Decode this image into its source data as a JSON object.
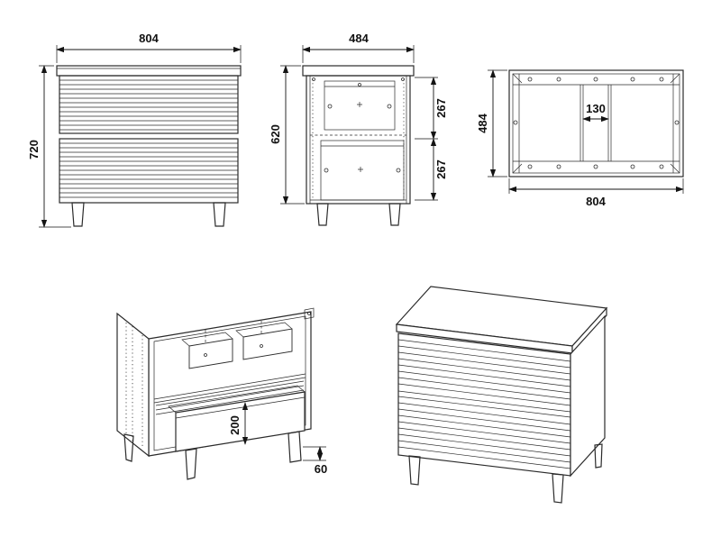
{
  "sheet": {
    "background": "#ffffff",
    "line_color": "#2b2b2b",
    "dimension_color": "#111111"
  },
  "dimensions": {
    "front": {
      "width": "804",
      "height": "720"
    },
    "side": {
      "width": "484",
      "height": "620",
      "upper_drawer": "267",
      "lower_drawer": "267"
    },
    "back": {
      "height": "484",
      "center_gap": "130",
      "width": "804"
    },
    "iso": {
      "drawer_depth": "200",
      "leg_offset": "60"
    }
  }
}
